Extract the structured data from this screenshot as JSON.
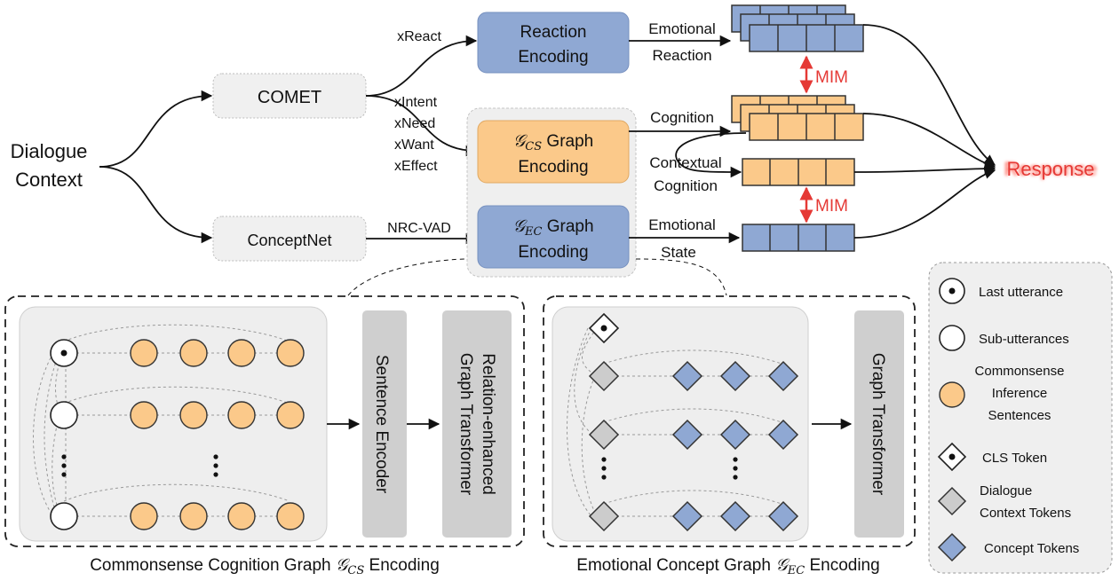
{
  "top": {
    "dialogue_context": [
      "Dialogue",
      "Context"
    ],
    "comet": "COMET",
    "conceptnet": "ConceptNet",
    "xreact": "xReact",
    "x_relations": [
      "xIntent",
      "xNeed",
      "xWant",
      "xEffect"
    ],
    "nrc_vad": "NRC-VAD",
    "reaction_encoding": [
      "Reaction",
      "Encoding"
    ],
    "gcs_graph": {
      "symbol": "𝒢",
      "sub": "CS",
      "word": " Graph",
      "line2": "Encoding"
    },
    "gec_graph": {
      "symbol": "𝒢",
      "sub": "EC",
      "word": " Graph",
      "line2": "Encoding"
    },
    "emotional_reaction": [
      "Emotional",
      "Reaction"
    ],
    "cognition": "Cognition",
    "contextual_cognition": [
      "Contextual",
      "Cognition"
    ],
    "emotional_state": [
      "Emotional",
      "State"
    ],
    "mim_top": "MIM",
    "mim_bottom": "MIM",
    "response": "Response"
  },
  "bottom_left": {
    "sentence_encoder": "Sentence Encoder",
    "relation_transformer": [
      "Relation-enhanced",
      "Graph Transformer"
    ],
    "caption_pre": "Commonsense Cognition Graph ",
    "caption_symbol": "𝒢",
    "caption_sub": "CS",
    "caption_post": " Encoding"
  },
  "bottom_right": {
    "graph_transformer": "Graph Transformer",
    "caption_pre": "Emotional Concept Graph ",
    "caption_symbol": "𝒢",
    "caption_sub": "EC",
    "caption_post": " Encoding"
  },
  "legend": {
    "last_utterance": "Last utterance",
    "sub_utterances": "Sub-utterances",
    "commonsense": [
      "Commonsense",
      "Inference",
      "Sentences"
    ],
    "cls_token": "CLS Token",
    "dialogue_tokens": [
      "Dialogue",
      "Context Tokens"
    ],
    "concept_tokens": "Concept Tokens"
  },
  "colors": {
    "blue": "#8fa8d3",
    "orange": "#fbc98a",
    "gray_box": "#d0d0d0",
    "light_panel": "#efefef",
    "red": "#e53935"
  }
}
